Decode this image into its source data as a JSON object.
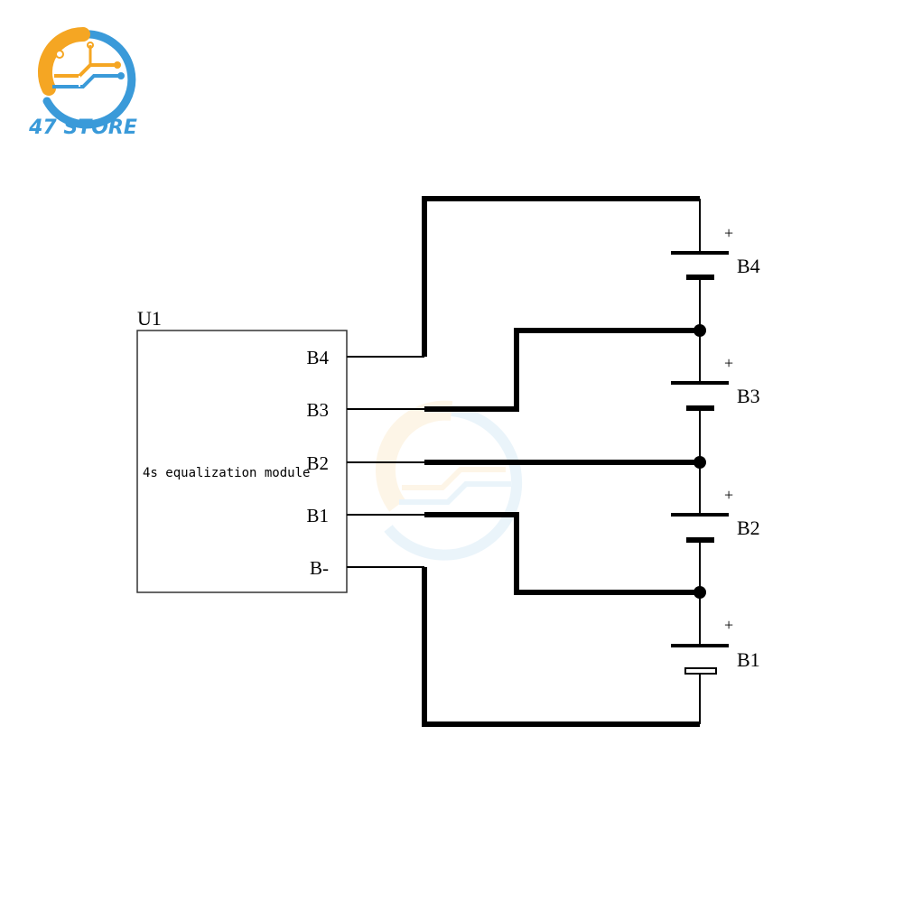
{
  "brand": {
    "name": "47 STORE",
    "color_orange": "#f5a623",
    "color_blue": "#3a9ad9",
    "icon": "circuit-g-logo-icon"
  },
  "module": {
    "ref": "U1",
    "description": "4s equalization module",
    "pins": [
      "B4",
      "B3",
      "B2",
      "B1",
      "B-"
    ]
  },
  "batteries": [
    {
      "name": "B4",
      "polarity": "+"
    },
    {
      "name": "B3",
      "polarity": "+"
    },
    {
      "name": "B2",
      "polarity": "+"
    },
    {
      "name": "B1",
      "polarity": "+"
    }
  ],
  "colors": {
    "wire": "#000000",
    "background": "#ffffff"
  }
}
